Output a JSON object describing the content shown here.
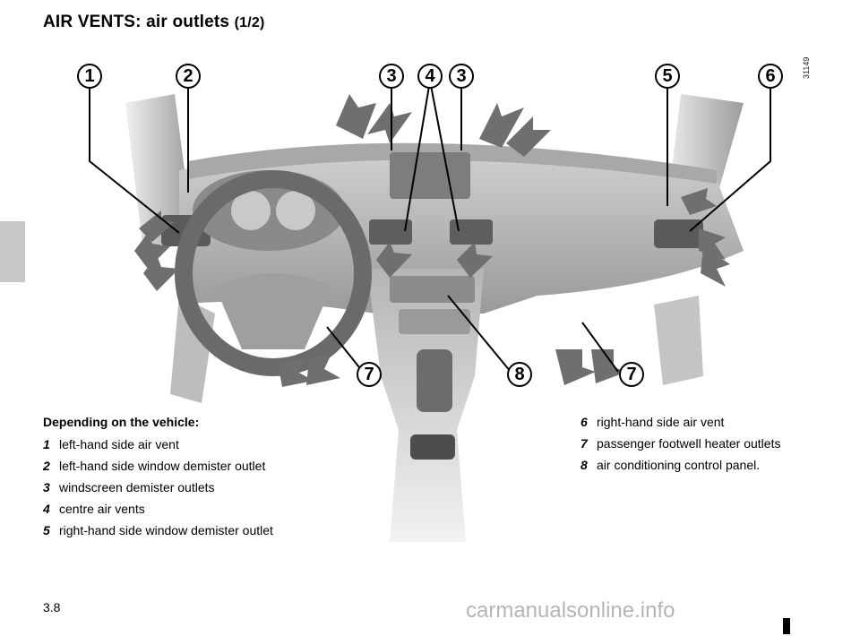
{
  "header": {
    "title": "AIR VENTS: air outlets",
    "part": "(1/2)"
  },
  "figure": {
    "code": "31149"
  },
  "callouts": [
    "1",
    "2",
    "3",
    "4",
    "3",
    "5",
    "6",
    "7",
    "8",
    "7"
  ],
  "legend": {
    "heading": "Depending on the vehicle:",
    "items": [
      {
        "num": "1",
        "text": "left-hand side air vent"
      },
      {
        "num": "2",
        "text": "left-hand side window demister outlet"
      },
      {
        "num": "3",
        "text": "windscreen demister outlets"
      },
      {
        "num": "4",
        "text": "centre air vents"
      },
      {
        "num": "5",
        "text": "right-hand side window demister outlet"
      },
      {
        "num": "6",
        "text": "right-hand side air vent"
      },
      {
        "num": "7",
        "text": "passenger footwell heater outlets"
      },
      {
        "num": "8",
        "text": "air conditioning control panel."
      }
    ]
  },
  "page": {
    "number": "3.8"
  },
  "footer": {
    "watermark": "carmanualsonline.info"
  }
}
